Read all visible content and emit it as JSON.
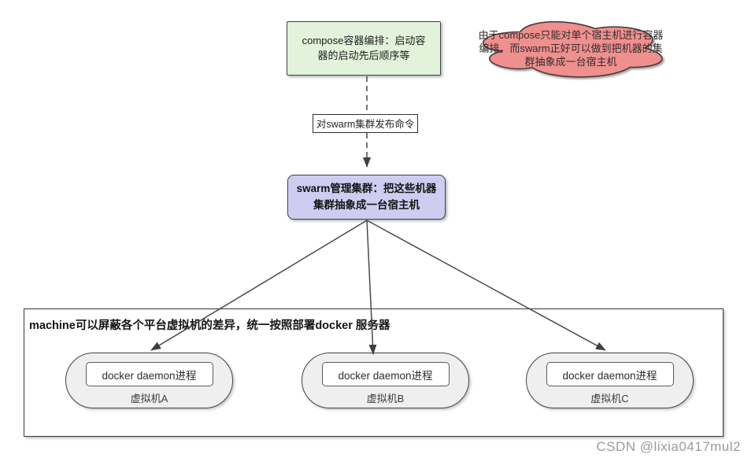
{
  "diagram": {
    "compose_box": {
      "text": "compose容器编排：启动容\n器的启动先后顺序等",
      "fill": "#e3f2da",
      "border_color": "#3e4347"
    },
    "publish_label": {
      "text": "对swarm集群发布命令"
    },
    "swarm_box": {
      "text": "swarm管理集群：把这些机器\n集群抽象成一台宿主机",
      "fill": "#cecdf1",
      "border_color": "#3e4347"
    },
    "cloud_note": {
      "text": "由于compose只能对单个宿主机进行容器\n编排，而swarm正好可以做到把机器的集\n群抽象成一台宿主机",
      "fill": "#ef908e",
      "border_color": "#483a3c"
    },
    "machine_container": {
      "title": "machine可以屏蔽各个平台虚拟机的差异，统一按照部署docker 服务器"
    },
    "vms": [
      {
        "process": "docker daemon进程",
        "label": "虚拟机A"
      },
      {
        "process": "docker daemon进程",
        "label": "虚拟机B"
      },
      {
        "process": "docker daemon进程",
        "label": "虚拟机C"
      }
    ],
    "arrow_color": "#4a4a4a"
  },
  "watermark": {
    "text": "CSDN @lixia0417mul2",
    "color": "#9b9b9b"
  }
}
